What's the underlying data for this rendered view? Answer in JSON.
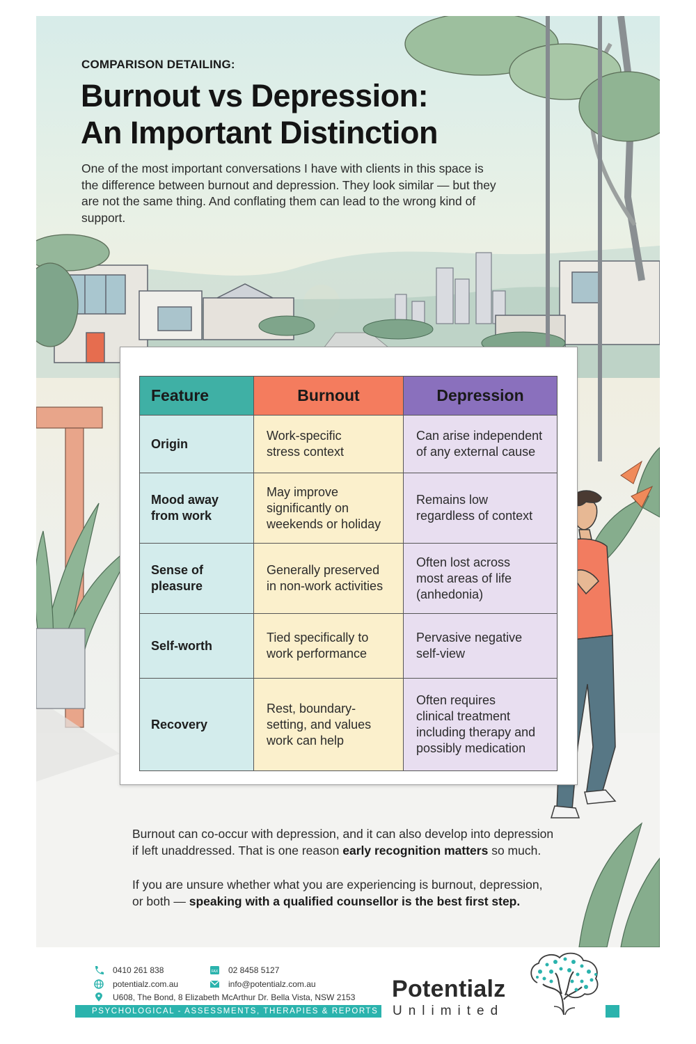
{
  "header": {
    "eyebrow": "COMPARISON DETAILING:",
    "title_line1": "Burnout vs Depression:",
    "title_line2": "An Important Distinction",
    "intro": "One of the most important conversations I have with clients in this space is the difference between burnout and depression. They look similar — but they are not the same thing. And conflating them can lead to the wrong kind of support."
  },
  "table": {
    "headers": [
      "Feature",
      "Burnout",
      "Depression"
    ],
    "rows": [
      {
        "feature": [
          "Origin"
        ],
        "burnout": [
          "Work-specific",
          "stress context"
        ],
        "depression": [
          "Can arise independent",
          "of any external cause"
        ]
      },
      {
        "feature": [
          "Mood away",
          "from work"
        ],
        "burnout": [
          "May improve",
          "significantly on",
          "weekends or holiday"
        ],
        "depression": [
          "Remains low",
          "regardless of context"
        ]
      },
      {
        "feature": [
          "Sense of",
          "pleasure"
        ],
        "burnout": [
          "Generally preserved",
          "in non-work activities"
        ],
        "depression": [
          "Often lost across",
          "most areas of life",
          "(anhedonia)"
        ]
      },
      {
        "feature": [
          "Self-worth"
        ],
        "burnout": [
          "Tied specifically to",
          "work performance"
        ],
        "depression": [
          "Pervasive negative",
          "self-view"
        ]
      },
      {
        "feature": [
          "Recovery"
        ],
        "burnout": [
          "Rest, boundary-",
          "setting, and values",
          "work can help"
        ],
        "depression": [
          "Often requires",
          "clinical treatment",
          "including therapy and",
          "possibly medication"
        ]
      }
    ]
  },
  "outro": {
    "p1_line1": "Burnout can co-occur with depression, and it can also develop into depression",
    "p1_line2_a": "if left unaddressed. That is one reason ",
    "p1_line2_b": "early recognition matters",
    "p1_line2_c": " so much.",
    "p2_line1": "If you are unsure whether what you are experiencing is burnout, depression,",
    "p2_line2_a": "or both — ",
    "p2_line2_b": "speaking with a qualified counsellor is the best first step."
  },
  "footer": {
    "phone": "0410  261 838",
    "fax": "02 8458 5127",
    "website": "potentialz.com.au",
    "email": "info@potentialz.com.au",
    "address": "U608, The Bond, 8 Elizabeth McArthur Dr. Bella Vista, NSW 2153",
    "tagline": "PSYCHOLOGICAL - ASSESSMENTS, THERAPIES & REPORTS",
    "brand_main": "Potentialz",
    "brand_sub": "Unlimited",
    "fax_icon_label": "FAX",
    "accent_color": "#2bb3ad"
  },
  "colors": {
    "feature_header": "#3fb0a5",
    "burnout_header": "#f47c5e",
    "depression_header": "#8a70bd",
    "feature_cell": "#d3ecec",
    "burnout_cell": "#fbf0cc",
    "depression_cell": "#e8def0"
  }
}
